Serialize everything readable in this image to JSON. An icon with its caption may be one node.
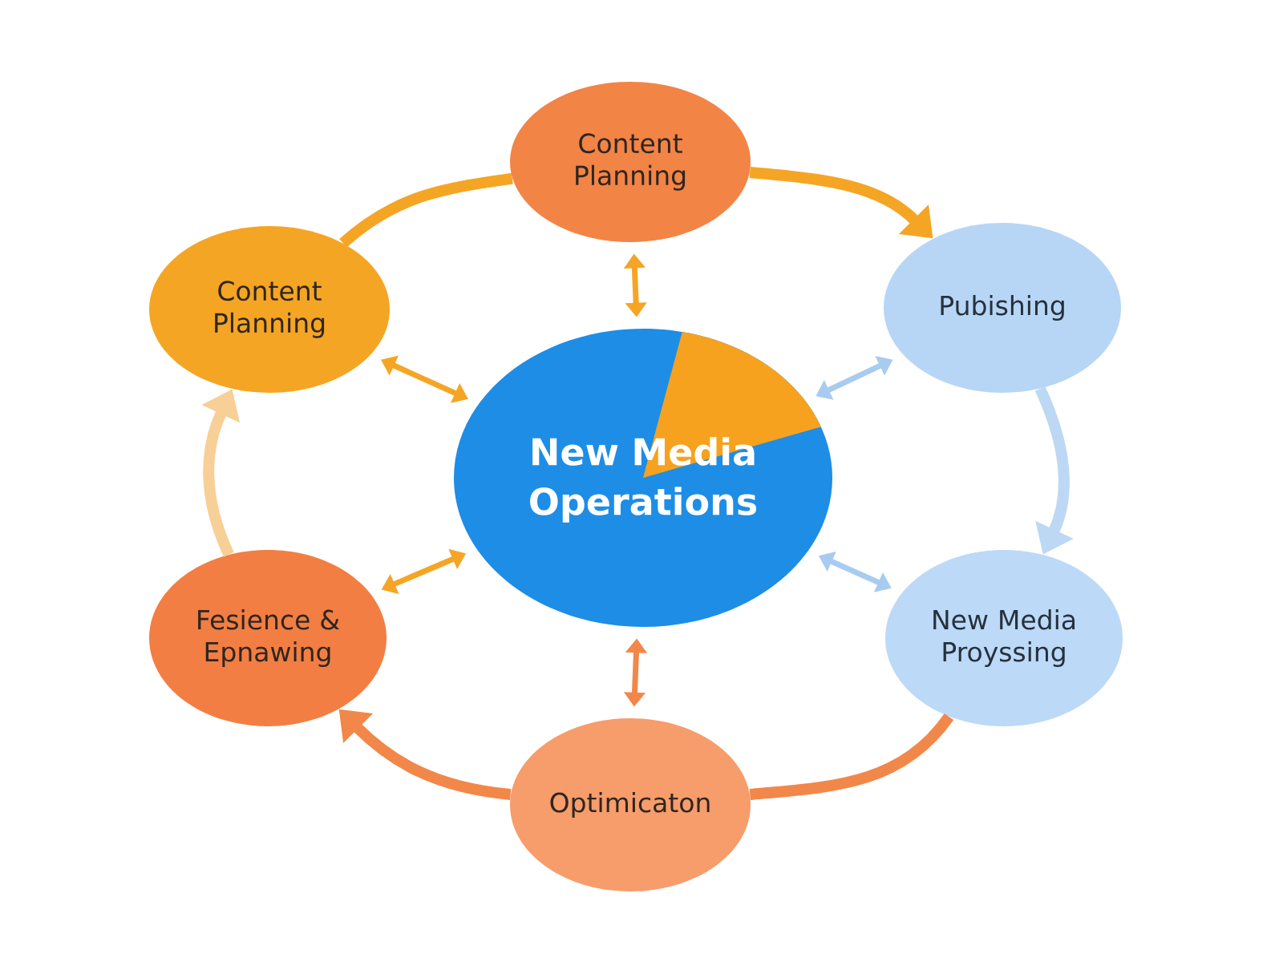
{
  "diagram": {
    "nodes": [
      {
        "text": [
          "Content Planning"
        ]
      },
      {
        "text": [
          "Content Planning"
        ]
      },
      {
        "text": [
          "Pubishing"
        ]
      },
      {
        "text": [
          "New Media Operations"
        ]
      },
      {
        "text": [
          "Fesience & Epnawing"
        ]
      },
      {
        "text": [
          "New Media Proyssing"
        ]
      },
      {
        "text": [
          "Optimicaton"
        ]
      }
    ],
    "edges": [
      {
        "from": 1,
        "to": 0,
        "arrow": "none",
        "style": "thick"
      },
      {
        "from": 0,
        "to": 2,
        "arrow": "to",
        "style": "thick"
      },
      {
        "from": 2,
        "to": 5,
        "arrow": "to",
        "style": "thick",
        "color": "#bcd8f4"
      },
      {
        "from": 5,
        "to": 6,
        "arrow": "none",
        "style": "thick",
        "color": "#f2874a"
      },
      {
        "from": 6,
        "to": 4,
        "arrow": "to",
        "style": "thick",
        "color": "#f2874a"
      },
      {
        "from": 4,
        "to": 1,
        "arrow": "to",
        "style": "thick",
        "color": "#f7cf97"
      },
      {
        "from": 3,
        "to": 0,
        "arrow": "both"
      },
      {
        "from": 3,
        "to": 1,
        "arrow": "both"
      },
      {
        "from": 3,
        "to": 2,
        "arrow": "both",
        "color": "#a8cbf0"
      },
      {
        "from": 3,
        "to": 4,
        "arrow": "both"
      },
      {
        "from": 3,
        "to": 5,
        "arrow": "both",
        "color": "#a8cbf0"
      },
      {
        "from": 3,
        "to": 6,
        "arrow": "both",
        "color": "#f2874a"
      }
    ]
  }
}
